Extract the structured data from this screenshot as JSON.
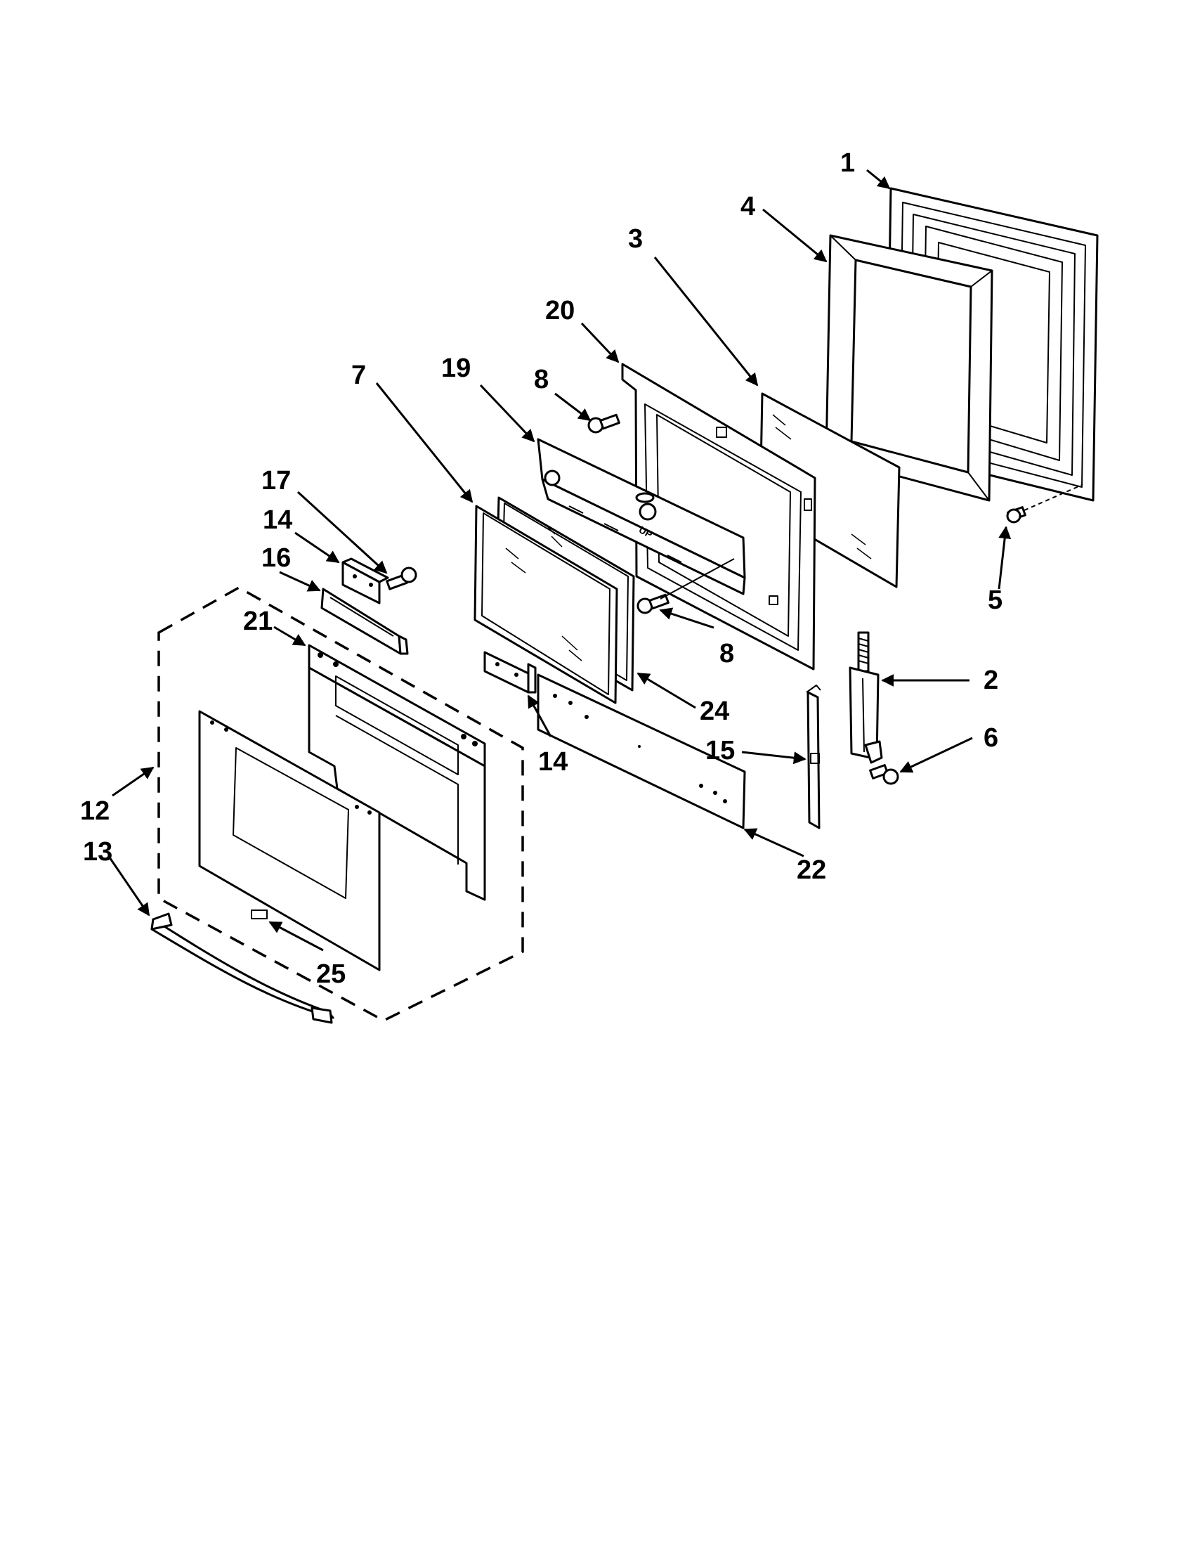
{
  "diagram": {
    "callouts": {
      "c1": "1",
      "c2": "2",
      "c3": "3",
      "c4": "4",
      "c5": "5",
      "c6": "6",
      "c7": "7",
      "c8a": "8",
      "c8b": "8",
      "c12": "12",
      "c13": "13",
      "c14a": "14",
      "c14b": "14",
      "c15": "15",
      "c16": "16",
      "c17": "17",
      "c19": "19",
      "c20": "20",
      "c21": "21",
      "c22": "22",
      "c24": "24",
      "c25": "25"
    },
    "stamp_text": "UP",
    "colors": {
      "line": "#000000",
      "background": "#ffffff"
    }
  }
}
